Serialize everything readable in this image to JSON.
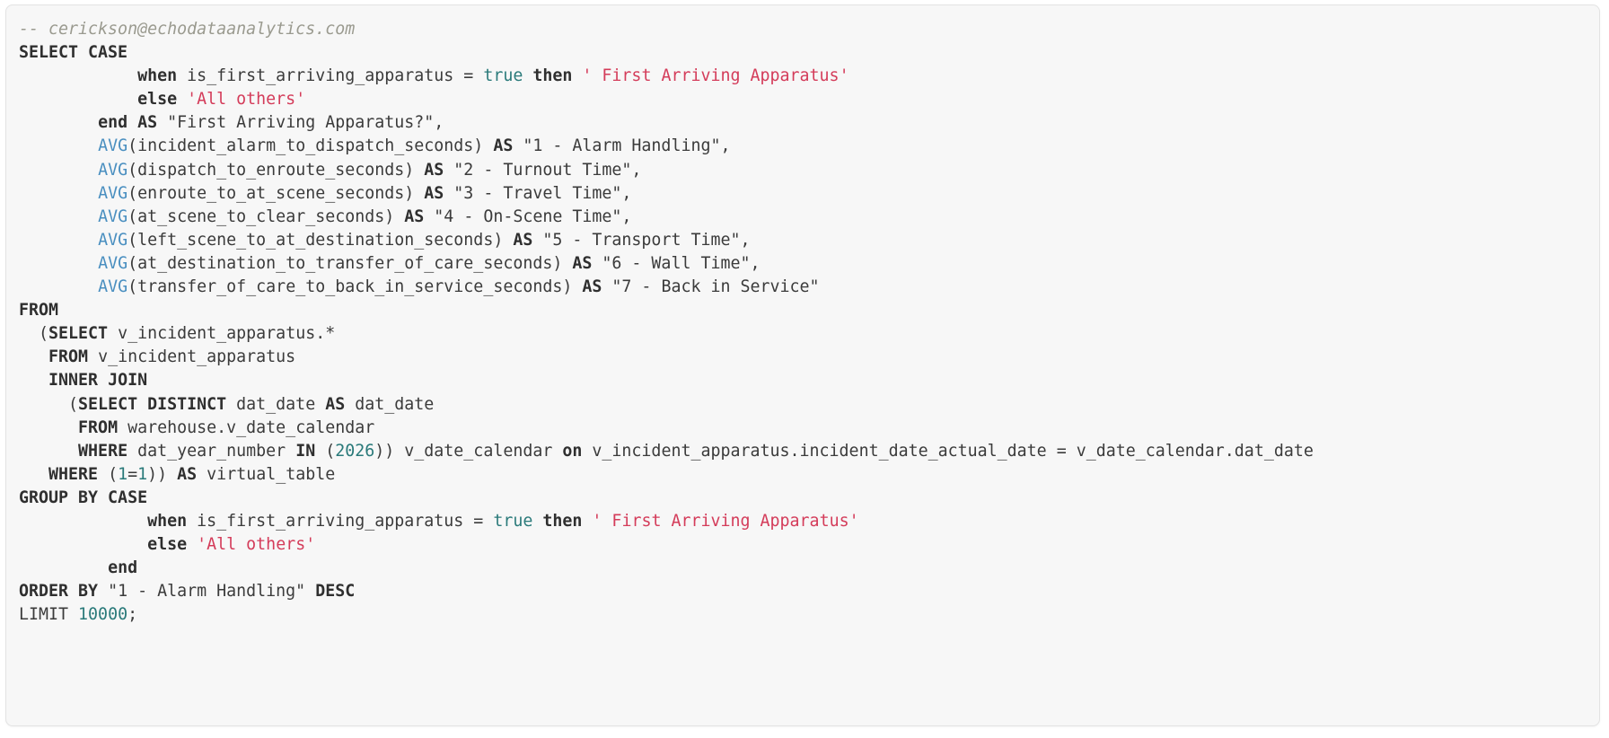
{
  "panel": {
    "kind": "sql-code-block",
    "background_color": "#f7f7f7",
    "border_color": "#e3e3e3",
    "text_color": "#3b3b3b"
  },
  "theme": {
    "keyword_color": "#2f2f2f",
    "function_color": "#4a8fc0",
    "literal_color": "#2a7a7a",
    "string_color": "#d43c5a",
    "comment_color": "#9a9a8f",
    "identifier_color": "#3b3b3b"
  },
  "code": {
    "language": "sql",
    "line_count": 26,
    "full_text": "-- cerickson@echodataanalytics.com\nSELECT CASE\n            when is_first_arriving_apparatus = true then ' First Arriving Apparatus'\n            else 'All others'\n        end AS \"First Arriving Apparatus?\",\n        AVG(incident_alarm_to_dispatch_seconds) AS \"1 - Alarm Handling\",\n        AVG(dispatch_to_enroute_seconds) AS \"2 - Turnout Time\",\n        AVG(enroute_to_at_scene_seconds) AS \"3 - Travel Time\",\n        AVG(at_scene_to_clear_seconds) AS \"4 - On-Scene Time\",\n        AVG(left_scene_to_at_destination_seconds) AS \"5 - Transport Time\",\n        AVG(at_destination_to_transfer_of_care_seconds) AS \"6 - Wall Time\",\n        AVG(transfer_of_care_to_back_in_service_seconds) AS \"7 - Back in Service\"\nFROM\n  (SELECT v_incident_apparatus.*\n   FROM v_incident_apparatus\n   INNER JOIN\n     (SELECT DISTINCT dat_date AS dat_date\n      FROM warehouse.v_date_calendar\n      WHERE dat_year_number IN (2026)) v_date_calendar on v_incident_apparatus.incident_date_actual_date = v_date_calendar.dat_date\n   WHERE (1=1)) AS virtual_table\nGROUP BY CASE\n             when is_first_arriving_apparatus = true then ' First Arriving Apparatus'\n             else 'All others'\n         end\nORDER BY \"1 - Alarm Handling\" DESC\nLIMIT 10000;",
    "lines": [
      {
        "n": 1,
        "tokens": [
          {
            "t": "com",
            "v": "-- cerickson@echodataanalytics.com"
          }
        ]
      },
      {
        "n": 2,
        "tokens": [
          {
            "t": "kw",
            "v": "SELECT CASE"
          }
        ]
      },
      {
        "n": 3,
        "tokens": [
          {
            "t": "plain",
            "v": "            "
          },
          {
            "t": "kw",
            "v": "when"
          },
          {
            "t": "plain",
            "v": " is_first_arriving_apparatus = "
          },
          {
            "t": "lit",
            "v": "true"
          },
          {
            "t": "plain",
            "v": " "
          },
          {
            "t": "kw",
            "v": "then"
          },
          {
            "t": "plain",
            "v": " "
          },
          {
            "t": "str",
            "v": "' First Arriving Apparatus'"
          }
        ]
      },
      {
        "n": 4,
        "tokens": [
          {
            "t": "plain",
            "v": "            "
          },
          {
            "t": "kw",
            "v": "else"
          },
          {
            "t": "plain",
            "v": " "
          },
          {
            "t": "str",
            "v": "'All others'"
          }
        ]
      },
      {
        "n": 5,
        "tokens": [
          {
            "t": "plain",
            "v": "        "
          },
          {
            "t": "kw",
            "v": "end AS"
          },
          {
            "t": "plain",
            "v": " \"First Arriving Apparatus?\","
          }
        ]
      },
      {
        "n": 6,
        "tokens": [
          {
            "t": "plain",
            "v": "        "
          },
          {
            "t": "fn",
            "v": "AVG"
          },
          {
            "t": "plain",
            "v": "(incident_alarm_to_dispatch_seconds) "
          },
          {
            "t": "kw",
            "v": "AS"
          },
          {
            "t": "plain",
            "v": " \"1 - Alarm Handling\","
          }
        ]
      },
      {
        "n": 7,
        "tokens": [
          {
            "t": "plain",
            "v": "        "
          },
          {
            "t": "fn",
            "v": "AVG"
          },
          {
            "t": "plain",
            "v": "(dispatch_to_enroute_seconds) "
          },
          {
            "t": "kw",
            "v": "AS"
          },
          {
            "t": "plain",
            "v": " \"2 - Turnout Time\","
          }
        ]
      },
      {
        "n": 8,
        "tokens": [
          {
            "t": "plain",
            "v": "        "
          },
          {
            "t": "fn",
            "v": "AVG"
          },
          {
            "t": "plain",
            "v": "(enroute_to_at_scene_seconds) "
          },
          {
            "t": "kw",
            "v": "AS"
          },
          {
            "t": "plain",
            "v": " \"3 - Travel Time\","
          }
        ]
      },
      {
        "n": 9,
        "tokens": [
          {
            "t": "plain",
            "v": "        "
          },
          {
            "t": "fn",
            "v": "AVG"
          },
          {
            "t": "plain",
            "v": "(at_scene_to_clear_seconds) "
          },
          {
            "t": "kw",
            "v": "AS"
          },
          {
            "t": "plain",
            "v": " \"4 - On-Scene Time\","
          }
        ]
      },
      {
        "n": 10,
        "tokens": [
          {
            "t": "plain",
            "v": "        "
          },
          {
            "t": "fn",
            "v": "AVG"
          },
          {
            "t": "plain",
            "v": "(left_scene_to_at_destination_seconds) "
          },
          {
            "t": "kw",
            "v": "AS"
          },
          {
            "t": "plain",
            "v": " \"5 - Transport Time\","
          }
        ]
      },
      {
        "n": 11,
        "tokens": [
          {
            "t": "plain",
            "v": "        "
          },
          {
            "t": "fn",
            "v": "AVG"
          },
          {
            "t": "plain",
            "v": "(at_destination_to_transfer_of_care_seconds) "
          },
          {
            "t": "kw",
            "v": "AS"
          },
          {
            "t": "plain",
            "v": " \"6 - Wall Time\","
          }
        ]
      },
      {
        "n": 12,
        "tokens": [
          {
            "t": "plain",
            "v": "        "
          },
          {
            "t": "fn",
            "v": "AVG"
          },
          {
            "t": "plain",
            "v": "(transfer_of_care_to_back_in_service_seconds) "
          },
          {
            "t": "kw",
            "v": "AS"
          },
          {
            "t": "plain",
            "v": " \"7 - Back in Service\""
          }
        ]
      },
      {
        "n": 13,
        "tokens": [
          {
            "t": "kw",
            "v": "FROM"
          }
        ]
      },
      {
        "n": 14,
        "tokens": [
          {
            "t": "plain",
            "v": "  ("
          },
          {
            "t": "kw",
            "v": "SELECT"
          },
          {
            "t": "plain",
            "v": " v_incident_apparatus.*"
          }
        ]
      },
      {
        "n": 15,
        "tokens": [
          {
            "t": "plain",
            "v": "   "
          },
          {
            "t": "kw",
            "v": "FROM"
          },
          {
            "t": "plain",
            "v": " v_incident_apparatus"
          }
        ]
      },
      {
        "n": 16,
        "tokens": [
          {
            "t": "plain",
            "v": "   "
          },
          {
            "t": "kw",
            "v": "INNER JOIN"
          }
        ]
      },
      {
        "n": 17,
        "tokens": [
          {
            "t": "plain",
            "v": "     ("
          },
          {
            "t": "kw",
            "v": "SELECT DISTINCT"
          },
          {
            "t": "plain",
            "v": " dat_date "
          },
          {
            "t": "kw",
            "v": "AS"
          },
          {
            "t": "plain",
            "v": " dat_date"
          }
        ]
      },
      {
        "n": 18,
        "tokens": [
          {
            "t": "plain",
            "v": "      "
          },
          {
            "t": "kw",
            "v": "FROM"
          },
          {
            "t": "plain",
            "v": " warehouse.v_date_calendar"
          }
        ]
      },
      {
        "n": 19,
        "tokens": [
          {
            "t": "plain",
            "v": "      "
          },
          {
            "t": "kw",
            "v": "WHERE"
          },
          {
            "t": "plain",
            "v": " dat_year_number "
          },
          {
            "t": "kw",
            "v": "IN"
          },
          {
            "t": "plain",
            "v": " ("
          },
          {
            "t": "lit",
            "v": "2026"
          },
          {
            "t": "plain",
            "v": ")) v_date_calendar "
          },
          {
            "t": "kw",
            "v": "on"
          },
          {
            "t": "plain",
            "v": " v_incident_apparatus.incident_date_actual_date = v_date_calendar.dat_date"
          }
        ]
      },
      {
        "n": 20,
        "tokens": [
          {
            "t": "plain",
            "v": "   "
          },
          {
            "t": "kw",
            "v": "WHERE"
          },
          {
            "t": "plain",
            "v": " ("
          },
          {
            "t": "lit",
            "v": "1"
          },
          {
            "t": "plain",
            "v": "="
          },
          {
            "t": "lit",
            "v": "1"
          },
          {
            "t": "plain",
            "v": ")) "
          },
          {
            "t": "kw",
            "v": "AS"
          },
          {
            "t": "plain",
            "v": " virtual_table"
          }
        ]
      },
      {
        "n": 21,
        "tokens": [
          {
            "t": "kw",
            "v": "GROUP BY CASE"
          }
        ]
      },
      {
        "n": 22,
        "tokens": [
          {
            "t": "plain",
            "v": "             "
          },
          {
            "t": "kw",
            "v": "when"
          },
          {
            "t": "plain",
            "v": " is_first_arriving_apparatus = "
          },
          {
            "t": "lit",
            "v": "true"
          },
          {
            "t": "plain",
            "v": " "
          },
          {
            "t": "kw",
            "v": "then"
          },
          {
            "t": "plain",
            "v": " "
          },
          {
            "t": "str",
            "v": "' First Arriving Apparatus'"
          }
        ]
      },
      {
        "n": 23,
        "tokens": [
          {
            "t": "plain",
            "v": "             "
          },
          {
            "t": "kw",
            "v": "else"
          },
          {
            "t": "plain",
            "v": " "
          },
          {
            "t": "str",
            "v": "'All others'"
          }
        ]
      },
      {
        "n": 24,
        "tokens": [
          {
            "t": "plain",
            "v": "         "
          },
          {
            "t": "kw",
            "v": "end"
          }
        ]
      },
      {
        "n": 25,
        "tokens": [
          {
            "t": "kw",
            "v": "ORDER BY"
          },
          {
            "t": "plain",
            "v": " \"1 - Alarm Handling\" "
          },
          {
            "t": "kw",
            "v": "DESC"
          }
        ]
      },
      {
        "n": 26,
        "tokens": [
          {
            "t": "plain",
            "v": "LIMIT "
          },
          {
            "t": "lit",
            "v": "10000"
          },
          {
            "t": "plain",
            "v": ";"
          }
        ]
      }
    ]
  }
}
